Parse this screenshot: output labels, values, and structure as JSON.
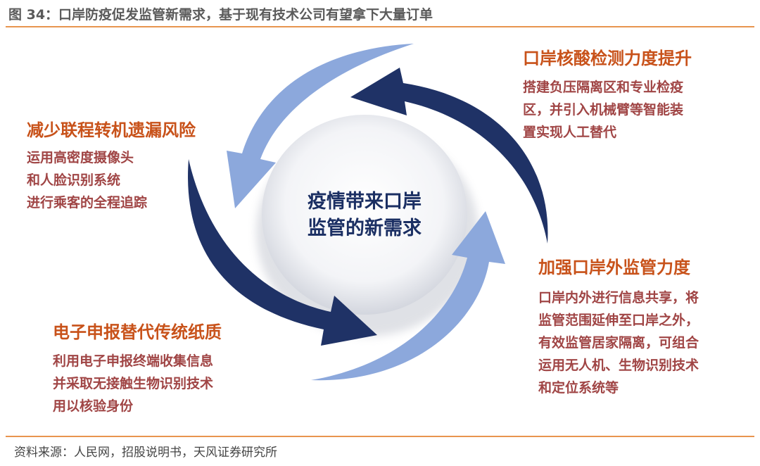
{
  "figure_title": "图 34：口岸防疫促发监管新需求，基于现有技术公司有望拿下大量订单",
  "center": {
    "line1": "疫情带来口岸",
    "line2": "监管的新需求"
  },
  "blocks": {
    "top_right": {
      "heading": "口岸核酸检测力度提升",
      "lines": [
        "搭建负压隔离区和专业检疫",
        "区，并引入机械臂等智能装",
        "置实现人工替代"
      ]
    },
    "left": {
      "heading": "减少联程转机遗漏风险",
      "lines": [
        "运用高密度摄像头",
        "和人脸识别系统",
        "进行乘客的全程追踪"
      ]
    },
    "bottom_right": {
      "heading": "加强口岸外监管力度",
      "lines": [
        "口岸内外进行信息共享，将",
        "监管范围延伸至口岸之外，",
        "有效监管居家隔离，可组合",
        "运用无人机、生物识别技术",
        "和定位系统等"
      ]
    },
    "bottom_left": {
      "heading": "电子申报替代传统纸质",
      "lines": [
        "利用电子申报终端收集信息",
        "并采取无接触生物识别技术",
        "用以核验身份"
      ]
    }
  },
  "source": "资料来源：人民网，招股说明书，天风证券研究所",
  "colors": {
    "heading": "#c8521a",
    "body": "#a04545",
    "center_text": "#1b2f63",
    "arrow_dark": "#1f3266",
    "arrow_light": "#8ca8dc",
    "rule": "#e8954f"
  }
}
